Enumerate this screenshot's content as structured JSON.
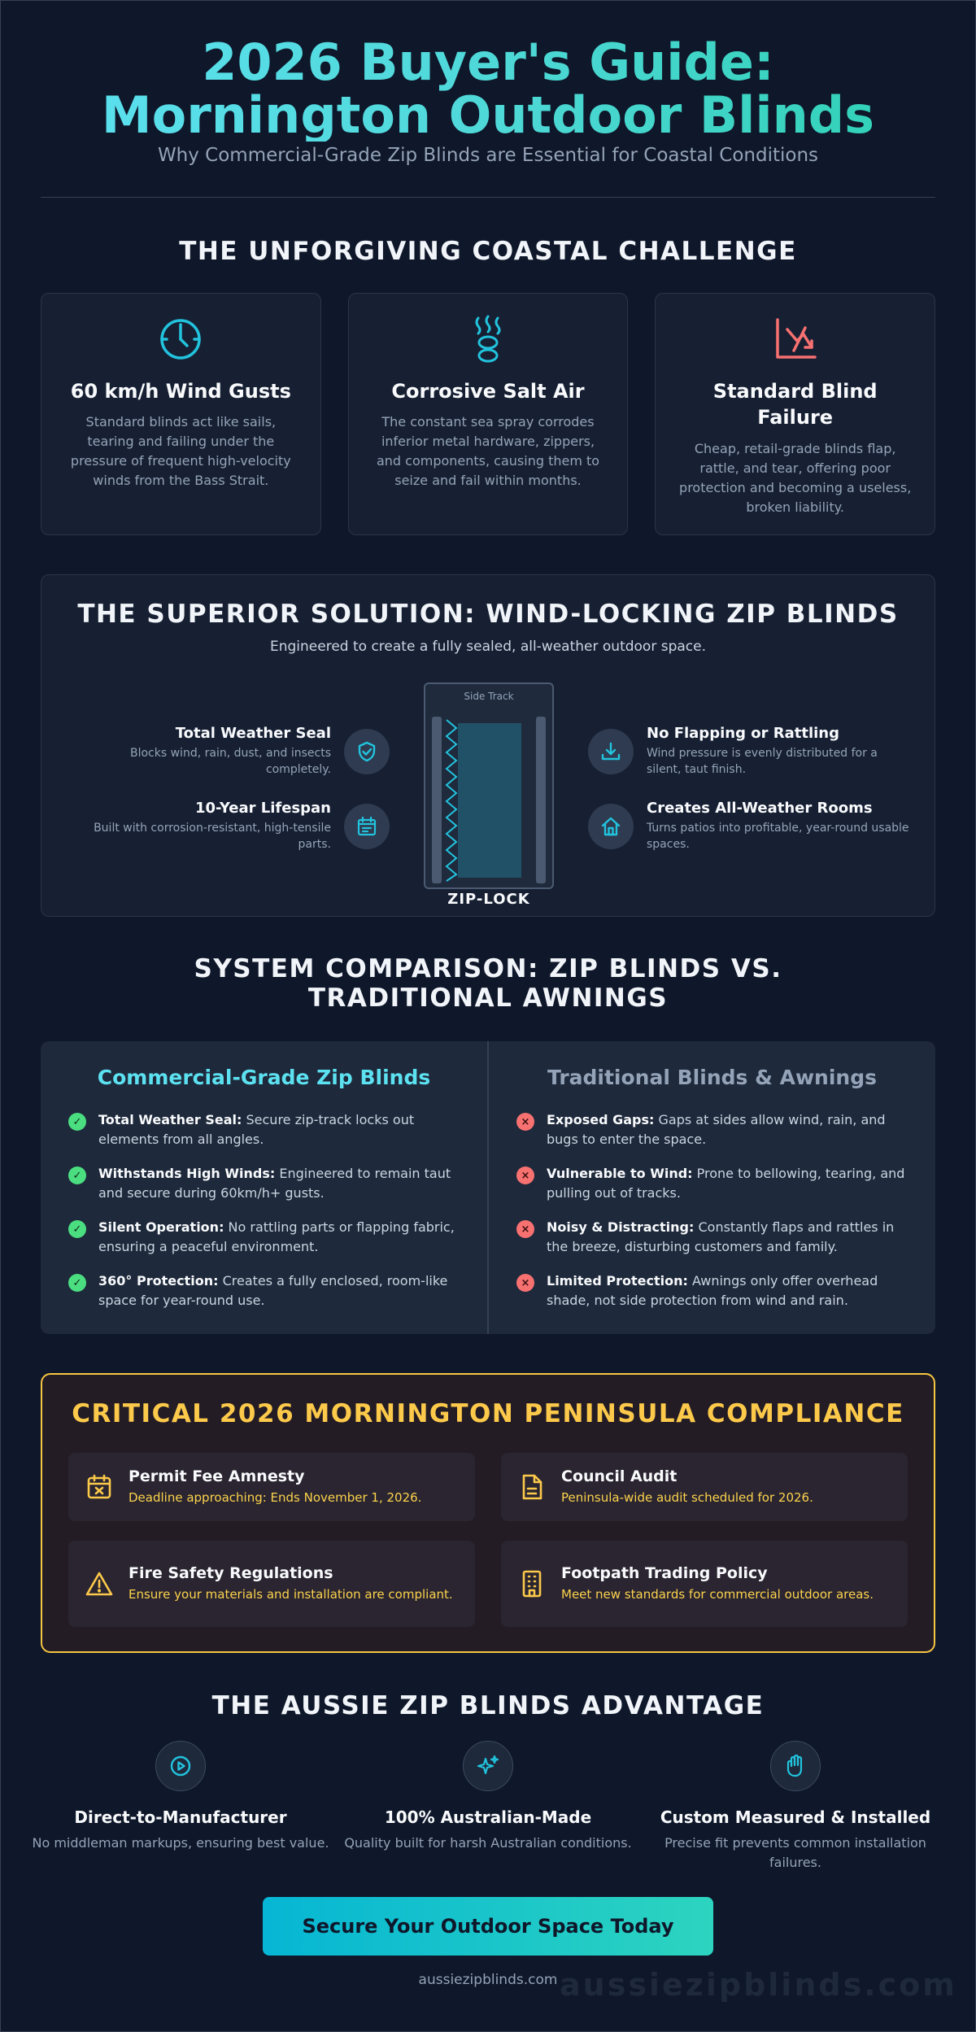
{
  "header": {
    "title": "2026 Buyer's Guide: Mornington Outdoor Blinds",
    "subtitle": "Why Commercial-Grade Zip Blinds are Essential for Coastal Conditions"
  },
  "challenge": {
    "title": "THE UNFORGIVING COASTAL CHALLENGE",
    "cards": [
      {
        "icon": "wind-gauge-icon",
        "title": "60 km/h Wind Gusts",
        "text": "Standard blinds act like sails, tearing and failing under the pressure of frequent high-velocity winds from the Bass Strait."
      },
      {
        "icon": "salt-air-icon",
        "title": "Corrosive Salt Air",
        "text": "The constant sea spray corrodes inferior metal hardware, zippers, and components, causing them to seize and fail within months."
      },
      {
        "icon": "decline-chart-icon",
        "title": "Standard Blind Failure",
        "text": "Cheap, retail-grade blinds flap, rattle, and tear, offering poor protection and becoming a useless, broken liability."
      }
    ]
  },
  "solution": {
    "title": "THE SUPERIOR SOLUTION: WIND-LOCKING ZIP BLINDS",
    "subtitle": "Engineered to create a fully sealed, all-weather outdoor space.",
    "diagram_label": "Side Track",
    "zip_label": "ZIP-LOCK",
    "features": [
      {
        "icon": "shield-check-icon",
        "title": "Total Weather Seal",
        "text": "Blocks wind, rain, dust, and insects completely."
      },
      {
        "icon": "calendar-icon",
        "title": "10-Year Lifespan",
        "text": "Built with corrosion-resistant, high-tensile parts."
      },
      {
        "icon": "download-icon",
        "title": "No Flapping or Rattling",
        "text": "Wind pressure is evenly distributed for a silent, taut finish."
      },
      {
        "icon": "home-icon",
        "title": "Creates All-Weather Rooms",
        "text": "Turns patios into profitable, year-round usable spaces."
      }
    ]
  },
  "comparison": {
    "title": "SYSTEM COMPARISON: ZIP BLINDS VS. TRADITIONAL AWNINGS",
    "good": {
      "title": "Commercial-Grade Zip Blinds",
      "items": [
        {
          "label": "Total Weather Seal:",
          "text": " Secure zip-track locks out elements from all angles."
        },
        {
          "label": "Withstands High Winds:",
          "text": " Engineered to remain taut and secure during 60km/h+ gusts."
        },
        {
          "label": "Silent Operation:",
          "text": " No rattling parts or flapping fabric, ensuring a peaceful environment."
        },
        {
          "label": "360° Protection:",
          "text": " Creates a fully enclosed, room-like space for year-round use."
        }
      ]
    },
    "bad": {
      "title": "Traditional Blinds & Awnings",
      "items": [
        {
          "label": "Exposed Gaps:",
          "text": " Gaps at sides allow wind, rain, and bugs to enter the space."
        },
        {
          "label": "Vulnerable to Wind:",
          "text": " Prone to bellowing, tearing, and pulling out of tracks."
        },
        {
          "label": "Noisy & Distracting:",
          "text": " Constantly flaps and rattles in the breeze, disturbing customers and family."
        },
        {
          "label": "Limited Protection:",
          "text": " Awnings only offer overhead shade, not side protection from wind and rain."
        }
      ]
    }
  },
  "compliance": {
    "title": "CRITICAL 2026 MORNINGTON PENINSULA COMPLIANCE",
    "items": [
      {
        "icon": "calendar-x-icon",
        "title": "Permit Fee Amnesty",
        "text": "Deadline approaching: Ends November 1, 2026."
      },
      {
        "icon": "document-icon",
        "title": "Council Audit",
        "text": "Peninsula-wide audit scheduled for 2026."
      },
      {
        "icon": "warning-icon",
        "title": "Fire Safety Regulations",
        "text": "Ensure your materials and installation are compliant."
      },
      {
        "icon": "building-icon",
        "title": "Footpath Trading Policy",
        "text": "Meet new standards for commercial outdoor areas."
      }
    ]
  },
  "advantage": {
    "title": "THE AUSSIE ZIP BLINDS ADVANTAGE",
    "items": [
      {
        "icon": "play-circle-icon",
        "title": "Direct-to-Manufacturer",
        "text": "No middleman markups, ensuring best value."
      },
      {
        "icon": "sparkles-icon",
        "title": "100% Australian-Made",
        "text": "Quality built for harsh Australian conditions."
      },
      {
        "icon": "hand-icon",
        "title": "Custom Measured & Installed",
        "text": "Precise fit prevents common installation failures."
      }
    ]
  },
  "cta": {
    "label": "Secure Your Outdoor Space Today"
  },
  "footer": {
    "domain": "aussiezipblinds.com",
    "watermark": "aussiezipblinds.com"
  },
  "colors": {
    "accent": "#5ce1f0",
    "teal": "#2dd4bf",
    "warning": "#fcc94a",
    "good": "#4ade80",
    "bad": "#f87171",
    "background": "#0f172a"
  }
}
